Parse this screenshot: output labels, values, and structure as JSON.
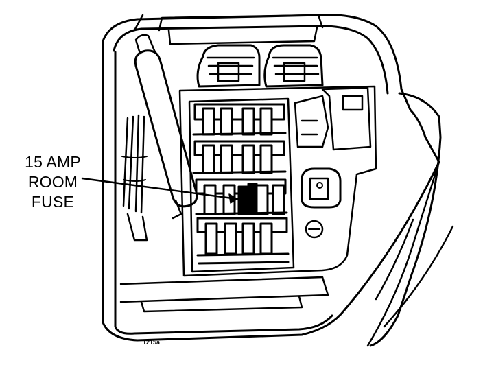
{
  "diagram": {
    "callout_label": {
      "line1": "15 AMP",
      "line2": "ROOM",
      "line3": "FUSE"
    },
    "figure_code": "1215a"
  },
  "colors": {
    "line": "#000000",
    "background": "#ffffff",
    "fuse_highlight": "#000000"
  }
}
